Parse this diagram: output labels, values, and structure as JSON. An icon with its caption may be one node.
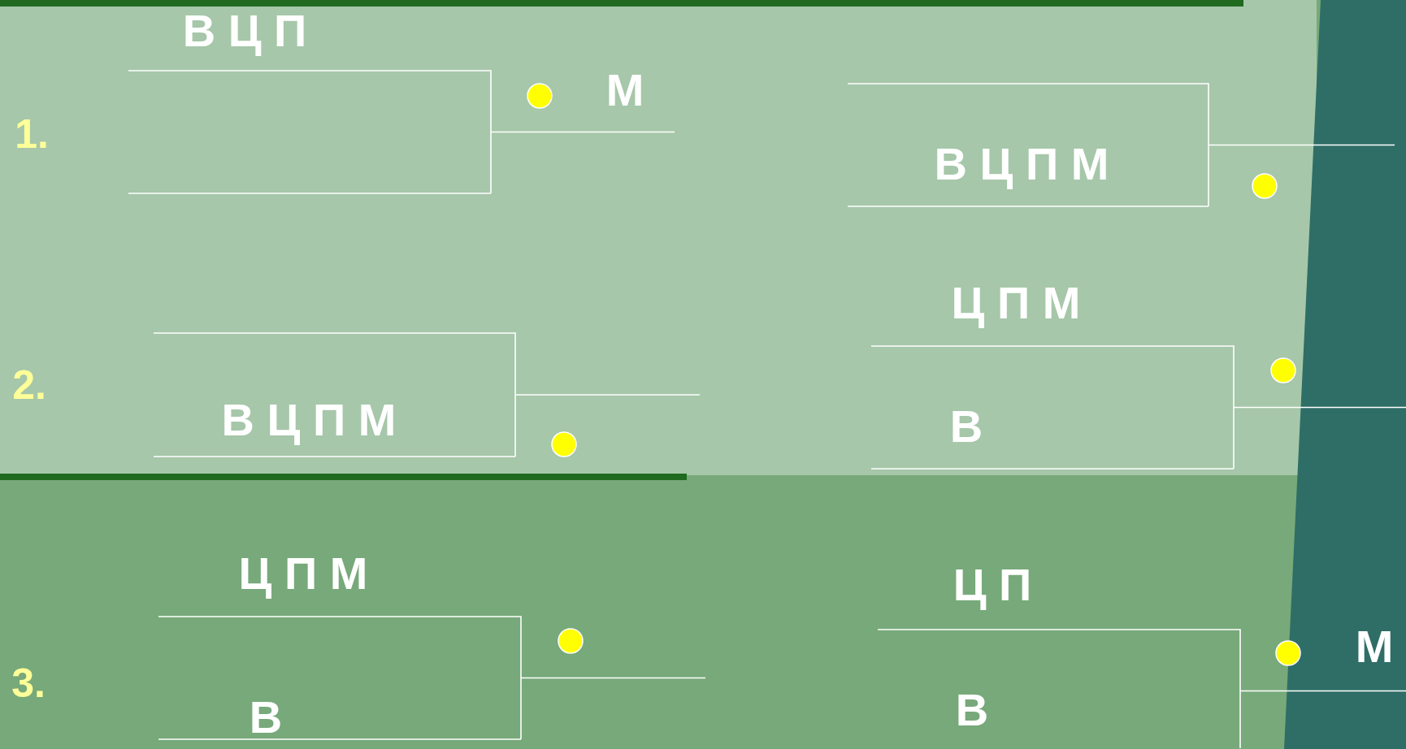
{
  "diagram": {
    "labels": [
      "В Ц П",
      "М",
      "1.",
      "В Ц П М",
      "Ц П М",
      "2.",
      "В Ц П М",
      "В",
      "Ц П М",
      "Ц П",
      "М",
      "3.",
      "В",
      "В"
    ]
  }
}
